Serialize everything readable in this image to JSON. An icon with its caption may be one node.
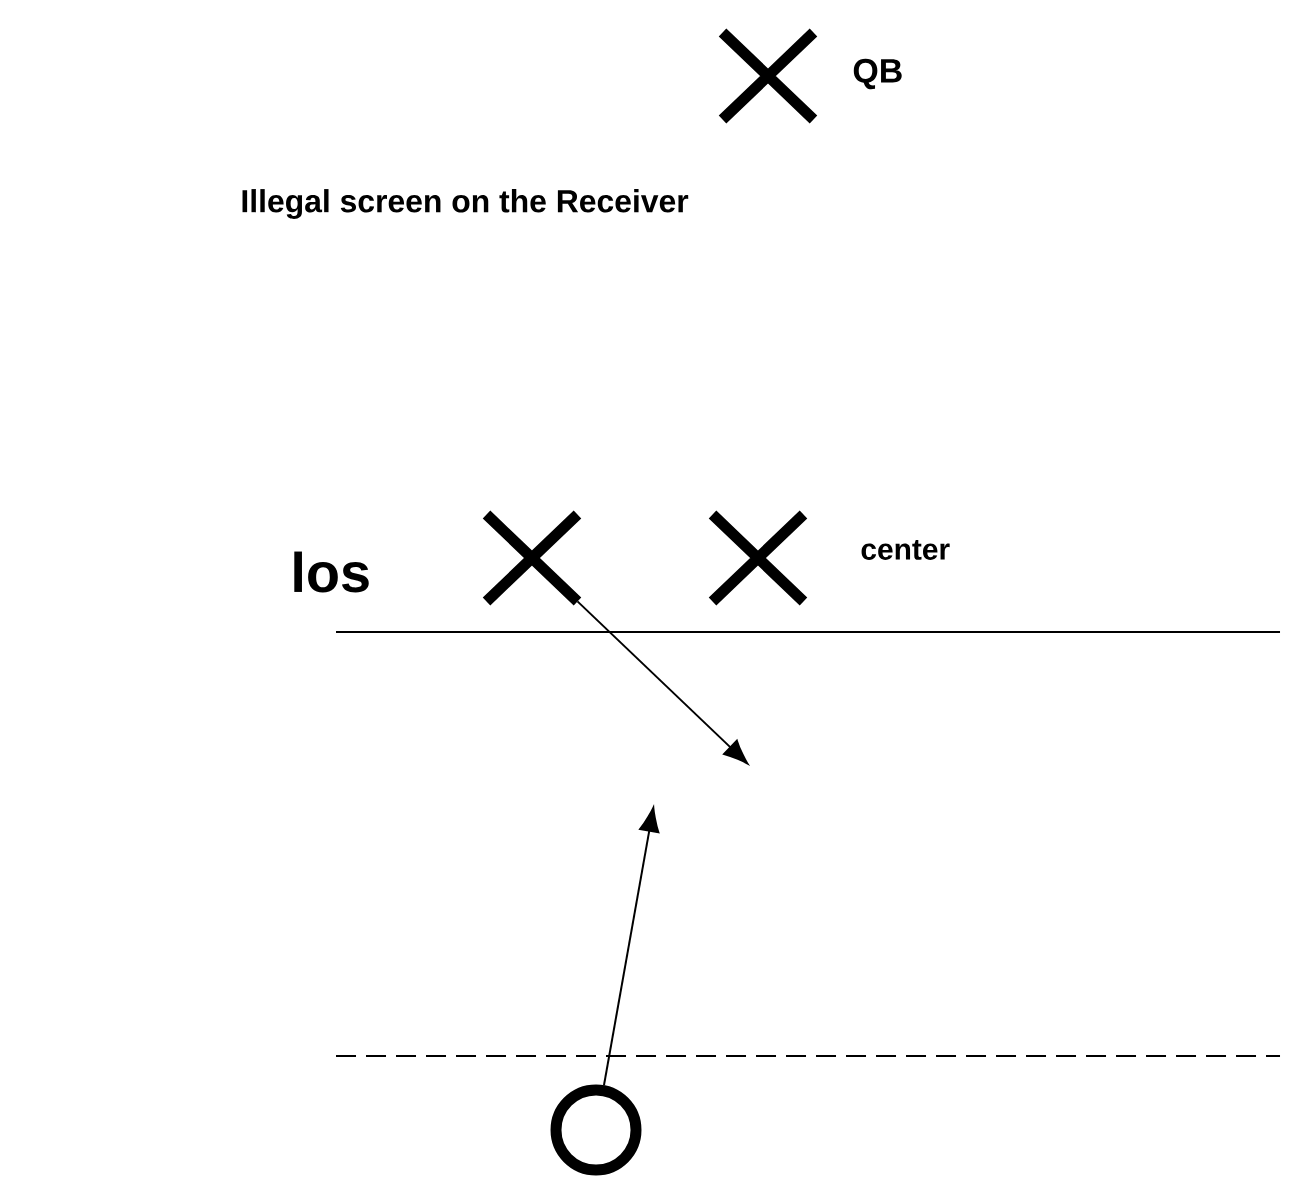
{
  "diagram": {
    "title": "Illegal screen on the Receiver",
    "nodes": [
      {
        "text": [],
        "shape": "cross",
        "beside": [
          "QB"
        ]
      },
      {
        "text": [],
        "shape": "cross"
      },
      {
        "text": [],
        "shape": "cross",
        "beside": [
          "center"
        ]
      },
      {
        "text": [],
        "shape": "circle"
      }
    ],
    "edges": [
      {
        "from": 1,
        "to": null,
        "arrow": "to"
      },
      {
        "from": 3,
        "to": null,
        "arrow": "to"
      }
    ],
    "labels": [
      "los"
    ]
  }
}
